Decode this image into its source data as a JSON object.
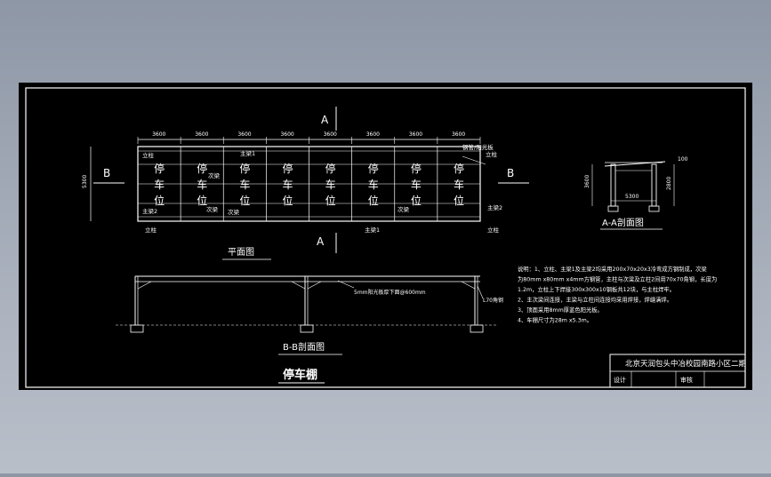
{
  "drawing": {
    "plan_title": "平面图",
    "section_aa_title": "A-A剖面图",
    "section_bb_title": "B-B剖面图",
    "main_title": "停车棚",
    "marker_a": "A",
    "marker_b": "B",
    "plan_dims": [
      "3600",
      "3600",
      "3600",
      "3600",
      "3600",
      "3600",
      "3600",
      "3600"
    ],
    "plan_height_dim": "5300",
    "parking_chars": [
      "停",
      "车",
      "位"
    ],
    "labels": {
      "column": "立柱",
      "main_beam_1": "主梁1",
      "main_beam_2": "主梁2",
      "secondary_beam": "次梁",
      "roof_note": "钢管/阳光板",
      "deck_note": "5mm阳光板厚下面@600mm",
      "gutter_note": "L70角钢"
    },
    "aa_dims": {
      "width": "5300",
      "height_left": "3600",
      "height_right": "2800",
      "slope": "100"
    },
    "notes": [
      "说明：1、立柱、主梁1及主梁2均采用200x70x20x3冷弯成方钢制成，次梁",
      "为80mm x80mm x4mm方钢管，主柱与次梁及立柱2间用70x70角钢，长度为",
      "1.2m，立柱上下焊接300x300x10钢板共12块，与主柱焊牢。",
      "2、主次梁间连接，主梁与立柱间连接均采用焊接，焊缝满焊。",
      "3、顶面采用8mm厚蓝色阳光板。",
      "4、车棚尺寸为28m x5.3m。"
    ],
    "title_block": {
      "project": "北京天润包头中冶校园南路小区二期",
      "design_label": "设计",
      "review_label": "审核"
    }
  }
}
